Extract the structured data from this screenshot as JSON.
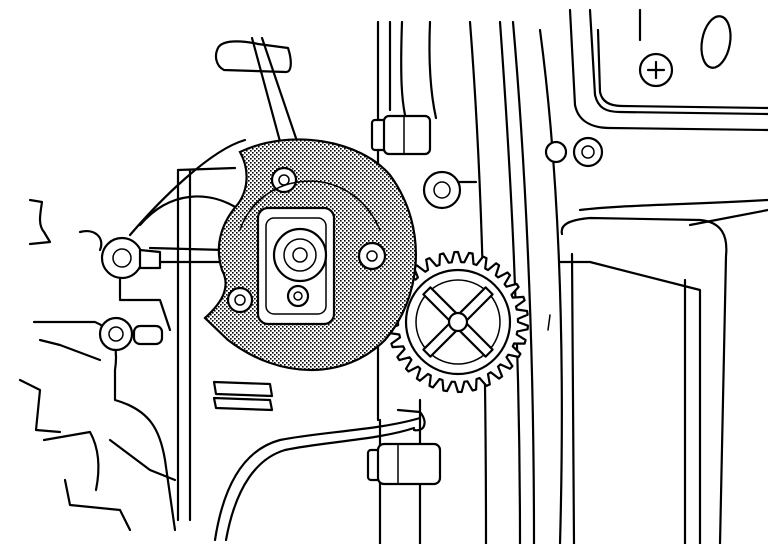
{
  "diagram": {
    "style": "monochrome line-art",
    "highlighted_part": "motor-housing",
    "colors": {
      "line": "#000000",
      "background": "#ffffff",
      "highlight_fill": "stipple"
    },
    "icons": [
      "gear-icon",
      "screw-icon",
      "bolt-icon"
    ]
  }
}
